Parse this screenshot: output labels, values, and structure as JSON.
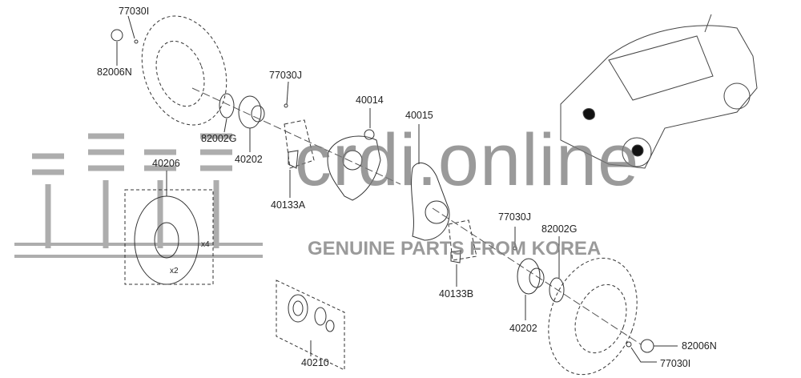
{
  "diagram": {
    "title": "Front hub and knuckle assembly",
    "labels": {
      "l_77030I_top": "77030I",
      "l_82006N_top": "82006N",
      "l_77030J_top": "77030J",
      "l_40014": "40014",
      "l_82002G_top": "82002G",
      "l_40202_top": "40202",
      "l_40015": "40015",
      "l_40206": "40206",
      "l_40133A": "40133A",
      "l_77030J_mid": "77030J",
      "l_82002G_mid": "82002G",
      "l_x4": "x4",
      "l_x2": "x2",
      "l_40133B": "40133B",
      "l_40202_bot": "40202",
      "l_40210": "40210",
      "l_82006N_bot": "82006N",
      "l_77030I_bot": "77030I"
    }
  },
  "watermark": {
    "brand": "crdi.online",
    "tagline": "GENUINE PARTS FROM KOREA"
  }
}
